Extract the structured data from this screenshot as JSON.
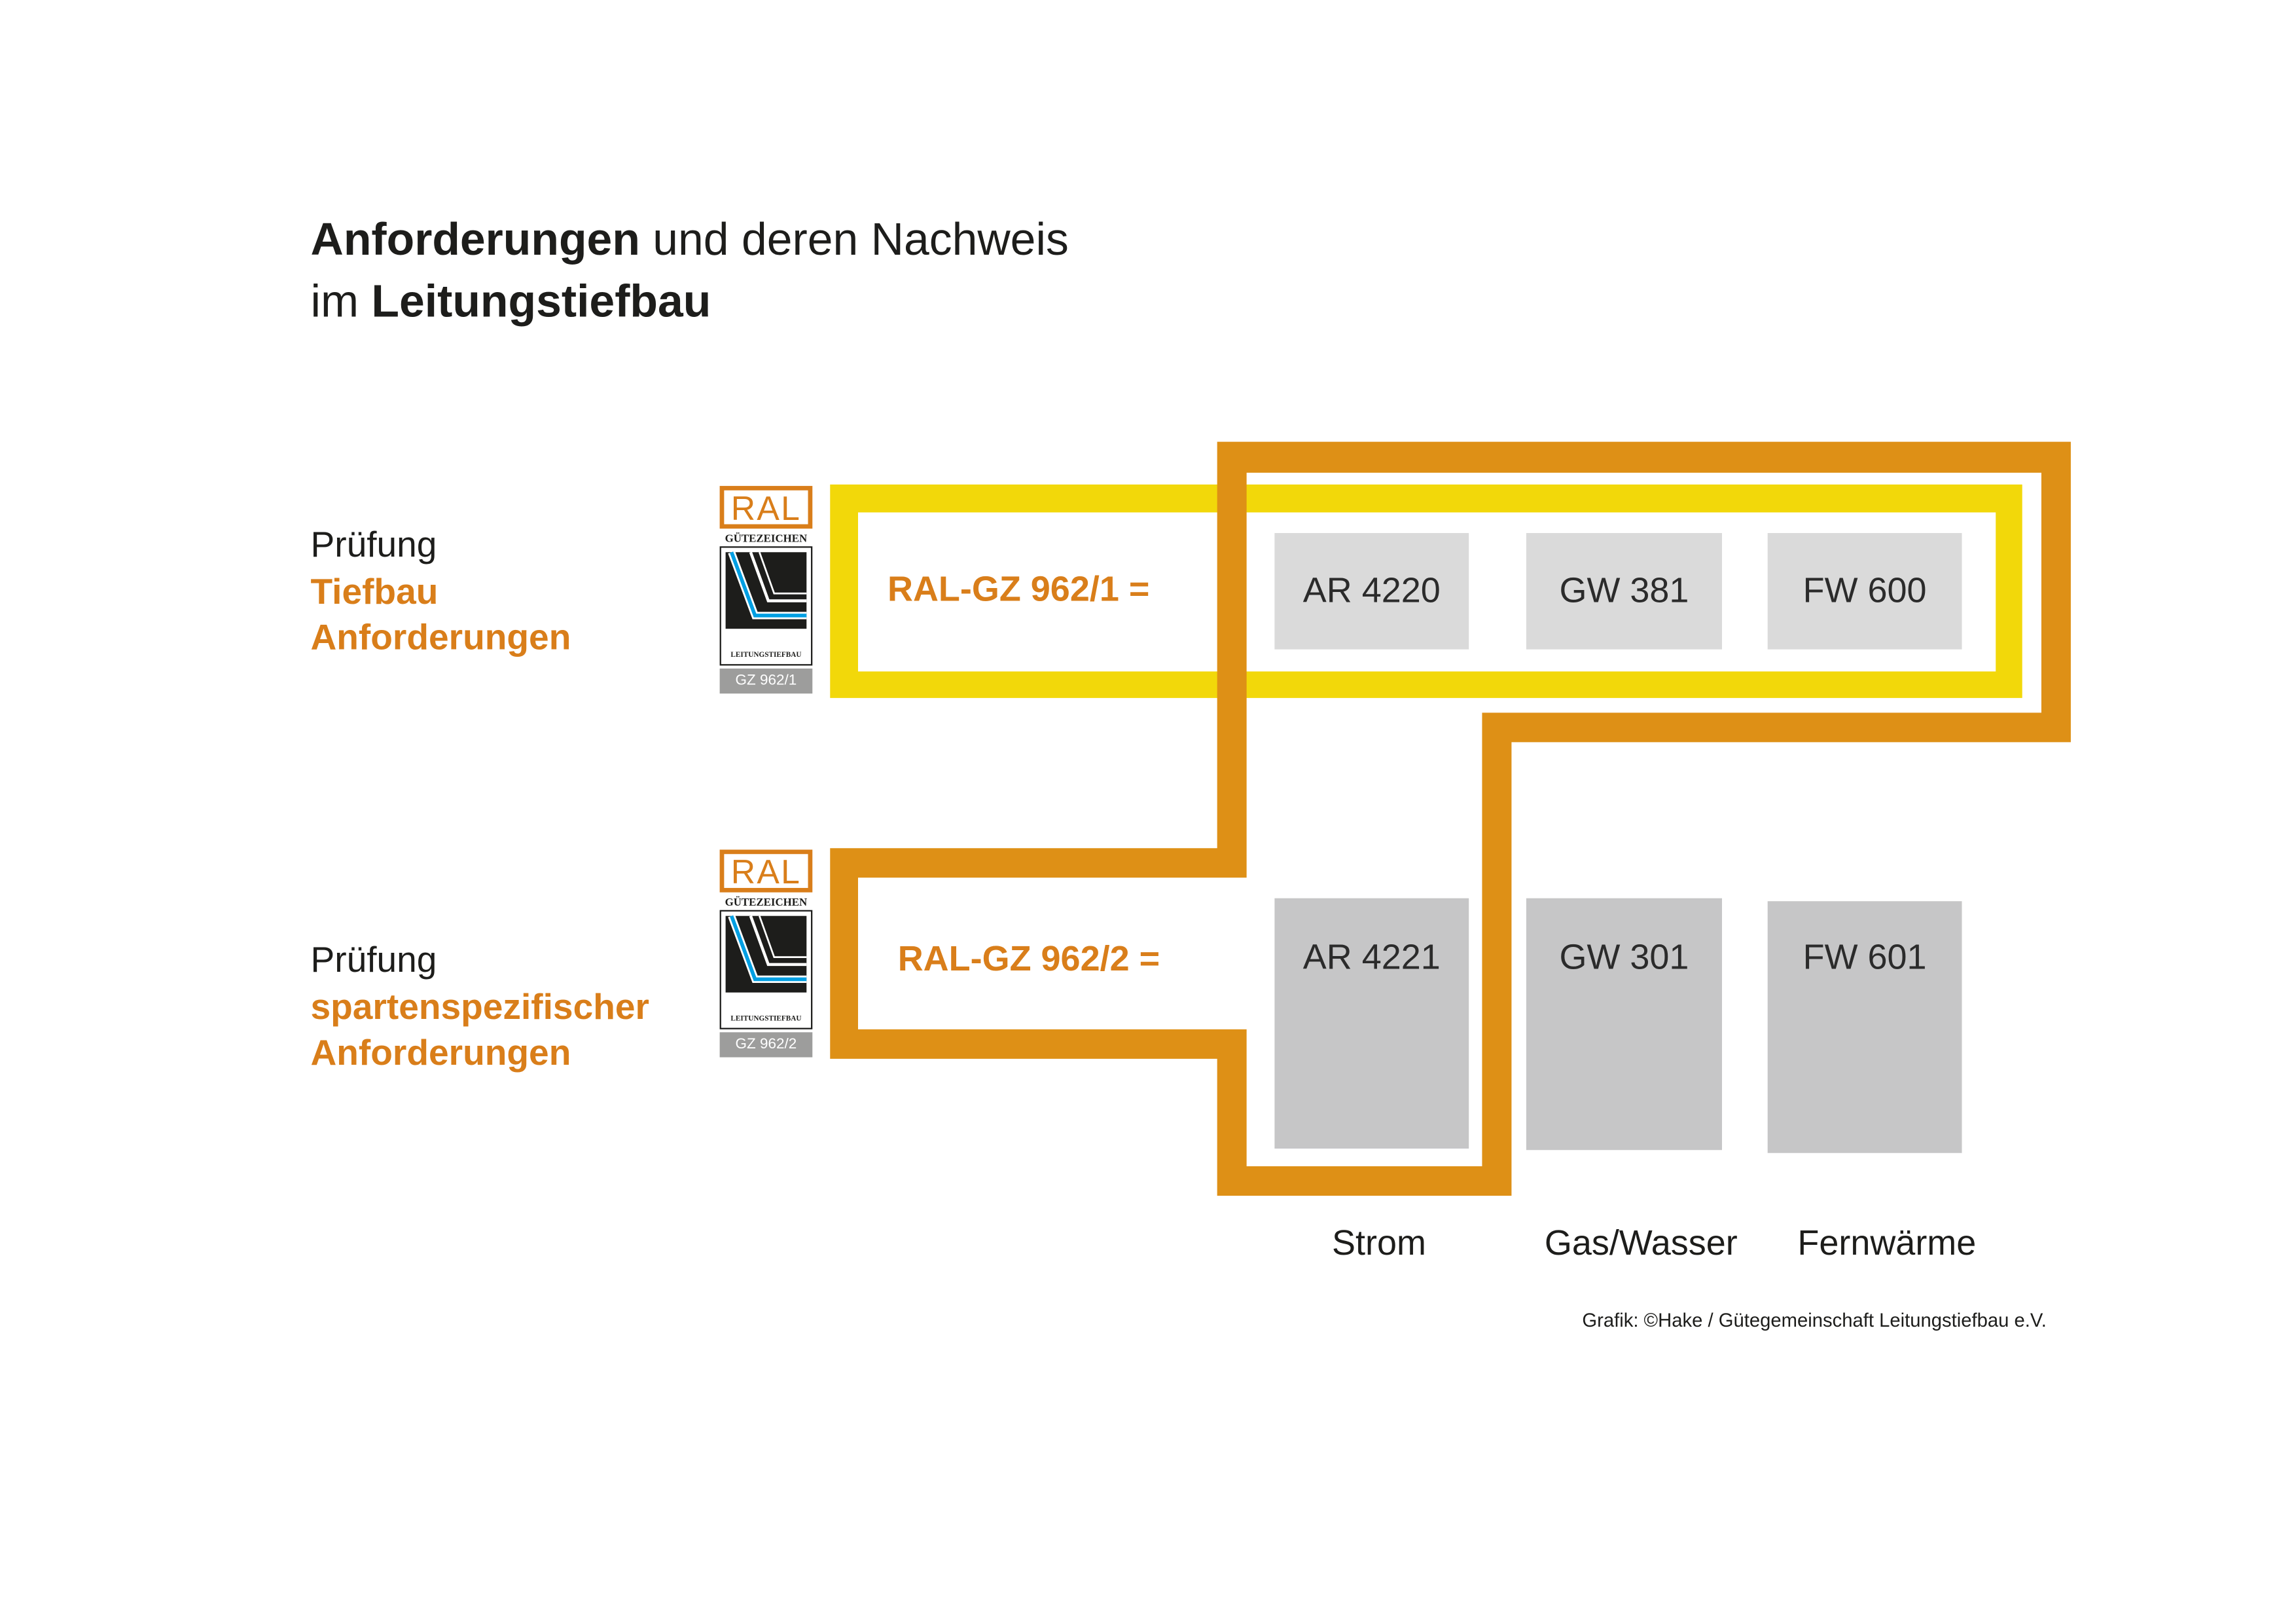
{
  "title": {
    "line1_bold": "Anforderungen",
    "line1_rest": " und deren Nachweis",
    "line2_pre": "im ",
    "line2_bold": "Leitungstiefbau"
  },
  "rows": [
    {
      "label": "Prüfung",
      "highlight1": "Tiefbau",
      "highlight2": "Anforderungen",
      "formula": "RAL-GZ 962/1 =",
      "logo": {
        "ral": "RAL",
        "guete": "GÜTEZEICHEN",
        "sub": "LEITUNGSTIEFBAU",
        "code": "GZ 962/1"
      },
      "standards": [
        "AR 4220",
        "GW 381",
        "FW 600"
      ]
    },
    {
      "label": "Prüfung",
      "highlight1": "spartenspezifischer",
      "highlight2": "Anforderungen",
      "formula": "RAL-GZ 962/2 =",
      "logo": {
        "ral": "RAL",
        "guete": "GÜTEZEICHEN",
        "sub": "LEITUNGSTIEFBAU",
        "code": "GZ 962/2"
      },
      "standards": [
        "AR 4221",
        "GW 301",
        "FW 601"
      ]
    }
  ],
  "columns": [
    "Strom",
    "Gas/Wasser",
    "Fernwärme"
  ],
  "credit": "Grafik: ©Hake / Gütegemeinschaft Leitungstiefbau e.V.",
  "colors": {
    "yellow": "#f2d80a",
    "orange": "#de9016",
    "accent_text": "#d97e1a",
    "box_light": "#dadada",
    "box_dark": "#c6c6c7",
    "logo_blue": "#009fe3"
  }
}
